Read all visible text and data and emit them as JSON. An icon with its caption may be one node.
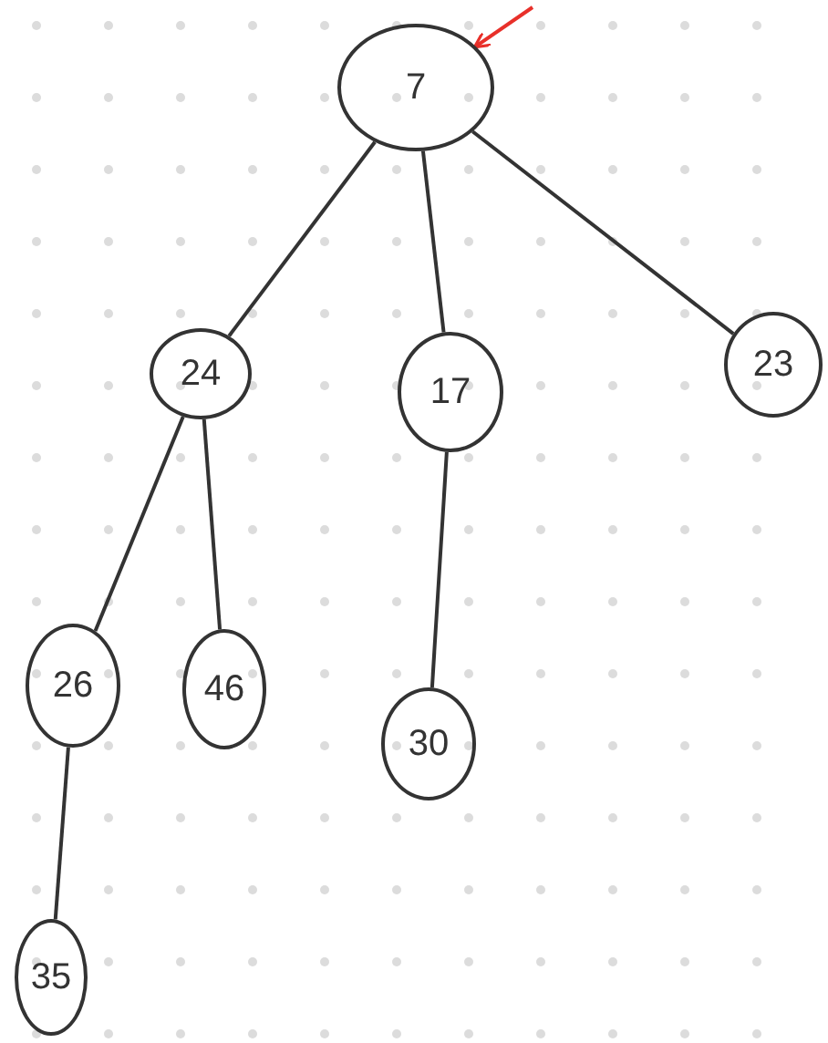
{
  "diagram": {
    "nodes": [
      {
        "text": [
          "7"
        ]
      },
      {
        "text": [
          "24"
        ]
      },
      {
        "text": [
          "17"
        ]
      },
      {
        "text": [
          "23"
        ]
      },
      {
        "text": [
          "26"
        ]
      },
      {
        "text": [
          "46"
        ]
      },
      {
        "text": [
          "30"
        ]
      },
      {
        "text": [
          "35"
        ]
      }
    ],
    "edges": [
      {
        "from": null,
        "to": 0,
        "arrow": "to",
        "color": "#e8302a"
      },
      {
        "from": 0,
        "to": 1,
        "arrow": "none"
      },
      {
        "from": 0,
        "to": 2,
        "arrow": "none"
      },
      {
        "from": 0,
        "to": 3,
        "arrow": "none"
      },
      {
        "from": 1,
        "to": 4,
        "arrow": "none"
      },
      {
        "from": 1,
        "to": 5,
        "arrow": "none"
      },
      {
        "from": 2,
        "to": 6,
        "arrow": "none"
      },
      {
        "from": 4,
        "to": 7,
        "arrow": "none"
      }
    ]
  }
}
